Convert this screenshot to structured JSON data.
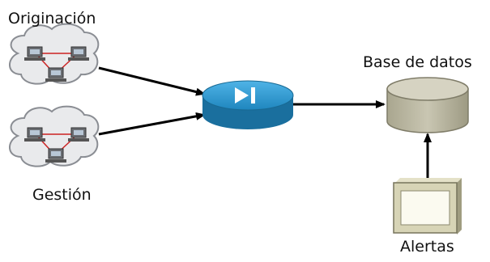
{
  "diagram": {
    "nodes": {
      "origination": {
        "label": "Originación",
        "icon": "network-cloud-icon"
      },
      "gestion": {
        "label": "Gestión",
        "icon": "network-cloud-icon"
      },
      "processor": {
        "icon": "router-device-icon"
      },
      "database": {
        "label": "Base de datos",
        "icon": "database-cylinder-icon"
      },
      "alertas": {
        "label": "Alertas",
        "icon": "monitor-window-icon"
      }
    },
    "edges": [
      {
        "from": "origination",
        "to": "processor"
      },
      {
        "from": "gestion",
        "to": "processor"
      },
      {
        "from": "processor",
        "to": "database"
      },
      {
        "from": "alertas",
        "to": "database"
      }
    ],
    "colors": {
      "cloud_fill": "#e9eaec",
      "cloud_stroke": "#8a8d93",
      "router_top": "#2c93c9",
      "router_side": "#1a6f9e",
      "db_top": "#d6d3c2",
      "db_side": "#b7b49f",
      "monitor_fill": "#d7d4b6",
      "link_line": "#cc2222",
      "arrow": "#000000"
    }
  }
}
